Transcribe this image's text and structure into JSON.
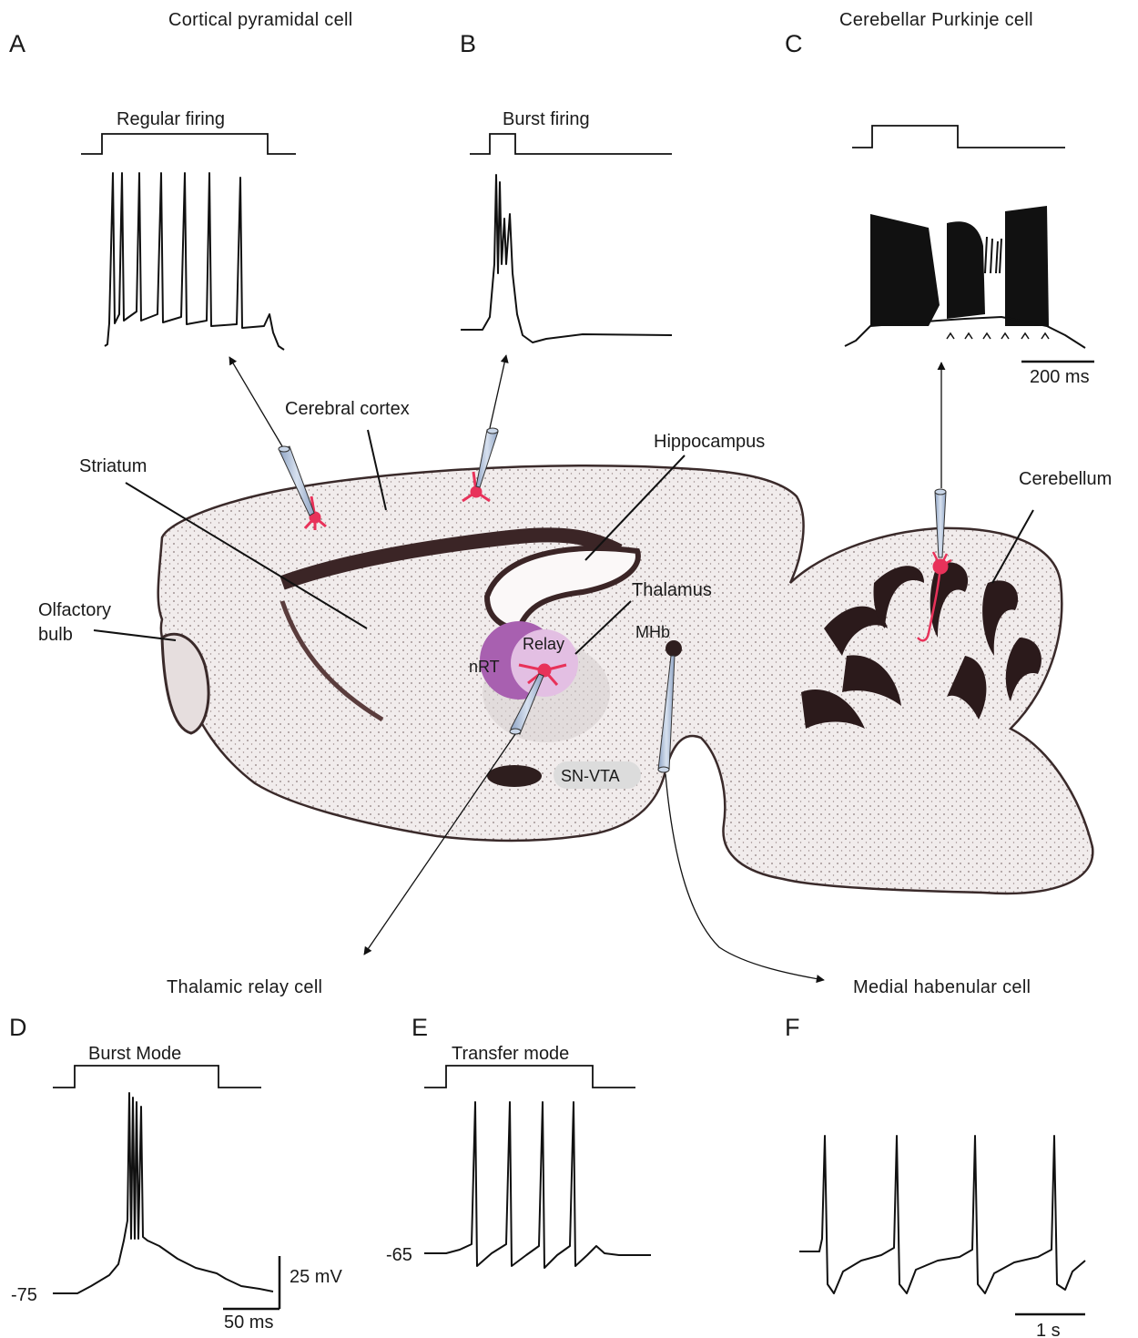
{
  "panels": {
    "A": {
      "letter": "A",
      "cell": "Cortical pyramidal cell",
      "stimulus": "Regular firing"
    },
    "B": {
      "letter": "B",
      "stimulus": "Burst firing"
    },
    "C": {
      "letter": "C",
      "cell": "Cerebellar Purkinje cell",
      "scale": "200 ms"
    },
    "D": {
      "letter": "D",
      "cell": "Thalamic relay cell",
      "stimulus": "Burst Mode",
      "baseline": "-75",
      "scale_v": "25 mV",
      "scale_t": "50 ms"
    },
    "E": {
      "letter": "E",
      "stimulus": "Transfer mode",
      "baseline": "-65"
    },
    "F": {
      "letter": "F",
      "cell": "Medial habenular cell",
      "scale": "1 s"
    }
  },
  "brain": {
    "regions": {
      "cortex": "Cerebral cortex",
      "striatum": "Striatum",
      "hippocampus": "Hippocampus",
      "cerebellum": "Cerebellum",
      "olfactory": "Olfactory",
      "bulb": "bulb",
      "thalamus": "Thalamus",
      "mhb": "MHb",
      "relay": "Relay",
      "nrt": "nRT",
      "snvta": "SN-VTA"
    }
  },
  "colors": {
    "neuron": "#e8325a",
    "nrt": "#a860b0",
    "relay": "#e3bfe3",
    "electrode": "#aebfd8",
    "tissue": "#f4f0ef",
    "tissue_dark": "#4a2f30"
  }
}
